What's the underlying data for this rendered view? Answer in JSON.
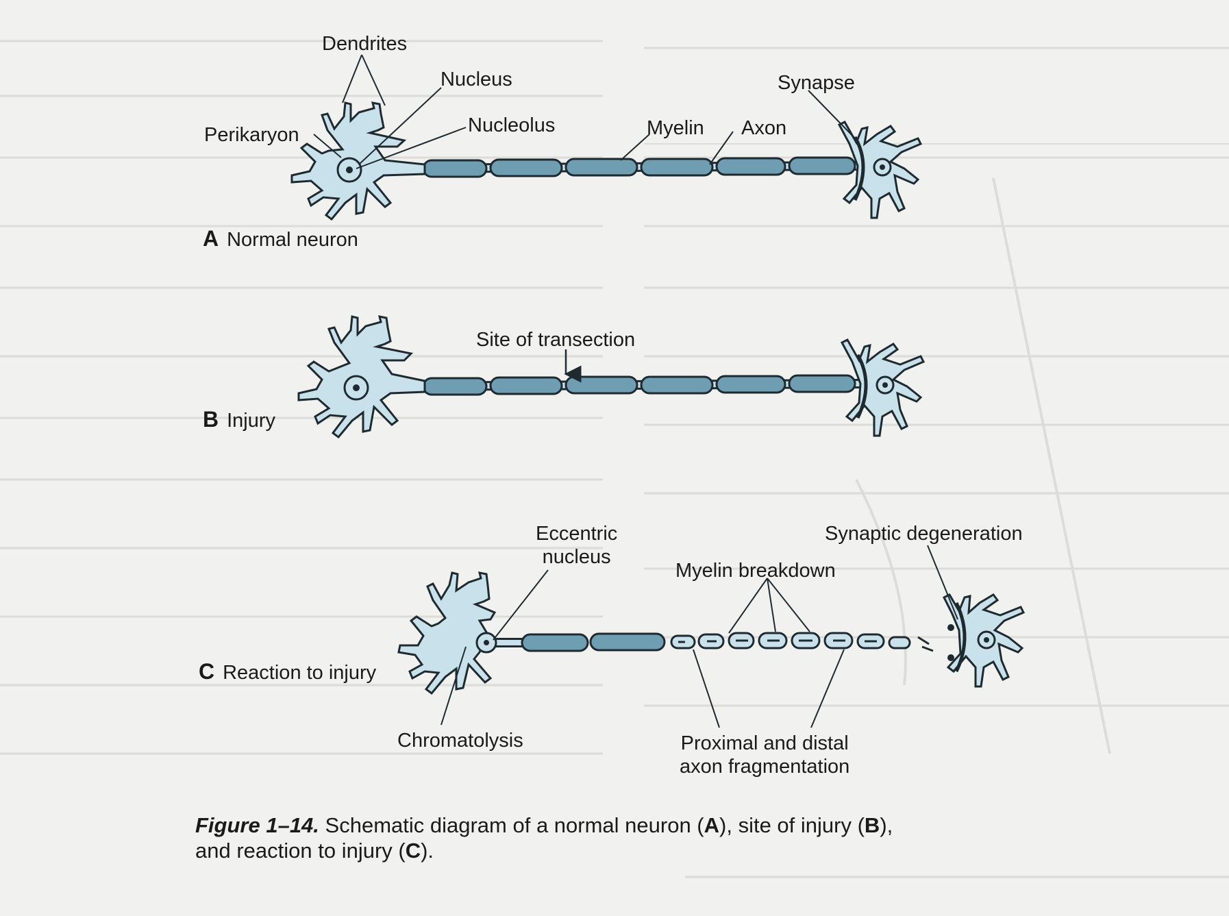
{
  "colors": {
    "background": "#f1f1f0",
    "neuron_fill": "#c9e1ea",
    "myelin_fill": "#6f9eb2",
    "outline": "#1e2a30",
    "ghost_text": "#d9d9d6"
  },
  "panels": {
    "a": {
      "letter": "A",
      "title": "Normal neuron",
      "labels": {
        "dendrites": "Dendrites",
        "nucleus": "Nucleus",
        "perikaryon": "Perikaryon",
        "nucleolus": "Nucleolus",
        "myelin": "Myelin",
        "axon": "Axon",
        "synapse": "Synapse"
      }
    },
    "b": {
      "letter": "B",
      "title": "Injury",
      "labels": {
        "site": "Site of transection"
      }
    },
    "c": {
      "letter": "C",
      "title": "Reaction to injury",
      "labels": {
        "eccentric": "Eccentric\nnucleus",
        "synaptic": "Synaptic degeneration",
        "myelin_breakdown": "Myelin breakdown",
        "chromatolysis": "Chromatolysis",
        "fragmentation": "Proximal and distal\naxon fragmentation"
      }
    }
  },
  "caption": {
    "figure": "Figure 1–14.",
    "t1": " Schematic diagram of a normal neuron (",
    "a": "A",
    "t2": "), site of injury (",
    "b": "B",
    "t3": "),",
    "t4": "and reaction to injury (",
    "c": "C",
    "t5": ")."
  }
}
